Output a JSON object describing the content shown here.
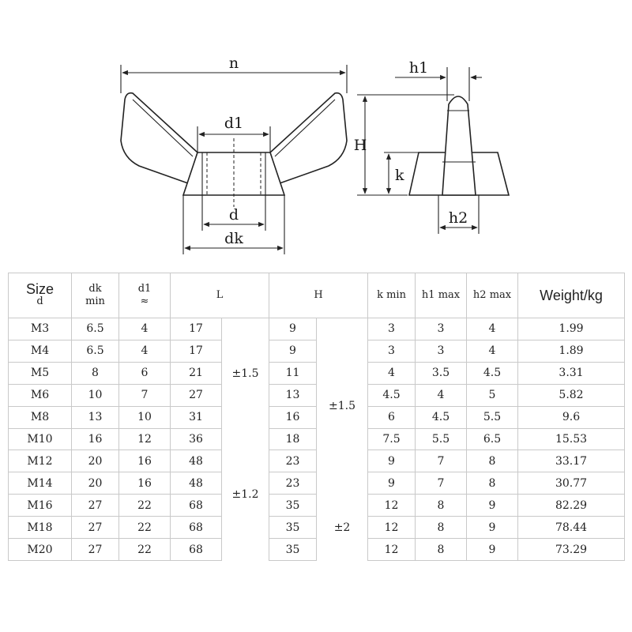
{
  "diagram": {
    "labels": {
      "n": "n",
      "d1": "d1",
      "d": "d",
      "dk": "dk",
      "h1": "h1",
      "H": "H",
      "k": "k",
      "h2": "h2"
    }
  },
  "table": {
    "headers": {
      "size": "Size",
      "size_sub": "d",
      "dk": "dk",
      "dk_sub": "min",
      "d1": "d1",
      "d1_sub": "≈",
      "L": "L",
      "H": "H",
      "k": "k min",
      "h1": "h1 max",
      "h2": "h2 max",
      "weight": "Weight/kg"
    },
    "tolerances": {
      "L_top": "±1.5",
      "L_bottom": "±1.2",
      "H_top": "±1.5",
      "H_bottom": "±2"
    },
    "rows": [
      {
        "size": "M3",
        "dk": "6.5",
        "d1": "4",
        "L": "17",
        "H": "9",
        "k": "3",
        "h1": "3",
        "h2": "4",
        "weight": "1.99"
      },
      {
        "size": "M4",
        "dk": "6.5",
        "d1": "4",
        "L": "17",
        "H": "9",
        "k": "3",
        "h1": "3",
        "h2": "4",
        "weight": "1.89"
      },
      {
        "size": "M5",
        "dk": "8",
        "d1": "6",
        "L": "21",
        "H": "11",
        "k": "4",
        "h1": "3.5",
        "h2": "4.5",
        "weight": "3.31"
      },
      {
        "size": "M6",
        "dk": "10",
        "d1": "7",
        "L": "27",
        "H": "13",
        "k": "4.5",
        "h1": "4",
        "h2": "5",
        "weight": "5.82"
      },
      {
        "size": "M8",
        "dk": "13",
        "d1": "10",
        "L": "31",
        "H": "16",
        "k": "6",
        "h1": "4.5",
        "h2": "5.5",
        "weight": "9.6"
      },
      {
        "size": "M10",
        "dk": "16",
        "d1": "12",
        "L": "36",
        "H": "18",
        "k": "7.5",
        "h1": "5.5",
        "h2": "6.5",
        "weight": "15.53"
      },
      {
        "size": "M12",
        "dk": "20",
        "d1": "16",
        "L": "48",
        "H": "23",
        "k": "9",
        "h1": "7",
        "h2": "8",
        "weight": "33.17"
      },
      {
        "size": "M14",
        "dk": "20",
        "d1": "16",
        "L": "48",
        "H": "23",
        "k": "9",
        "h1": "7",
        "h2": "8",
        "weight": "30.77"
      },
      {
        "size": "M16",
        "dk": "27",
        "d1": "22",
        "L": "68",
        "H": "35",
        "k": "12",
        "h1": "8",
        "h2": "9",
        "weight": "82.29"
      },
      {
        "size": "M18",
        "dk": "27",
        "d1": "22",
        "L": "68",
        "H": "35",
        "k": "12",
        "h1": "8",
        "h2": "9",
        "weight": "78.44"
      },
      {
        "size": "M20",
        "dk": "27",
        "d1": "22",
        "L": "68",
        "H": "35",
        "k": "12",
        "h1": "8",
        "h2": "9",
        "weight": "73.29"
      }
    ]
  }
}
